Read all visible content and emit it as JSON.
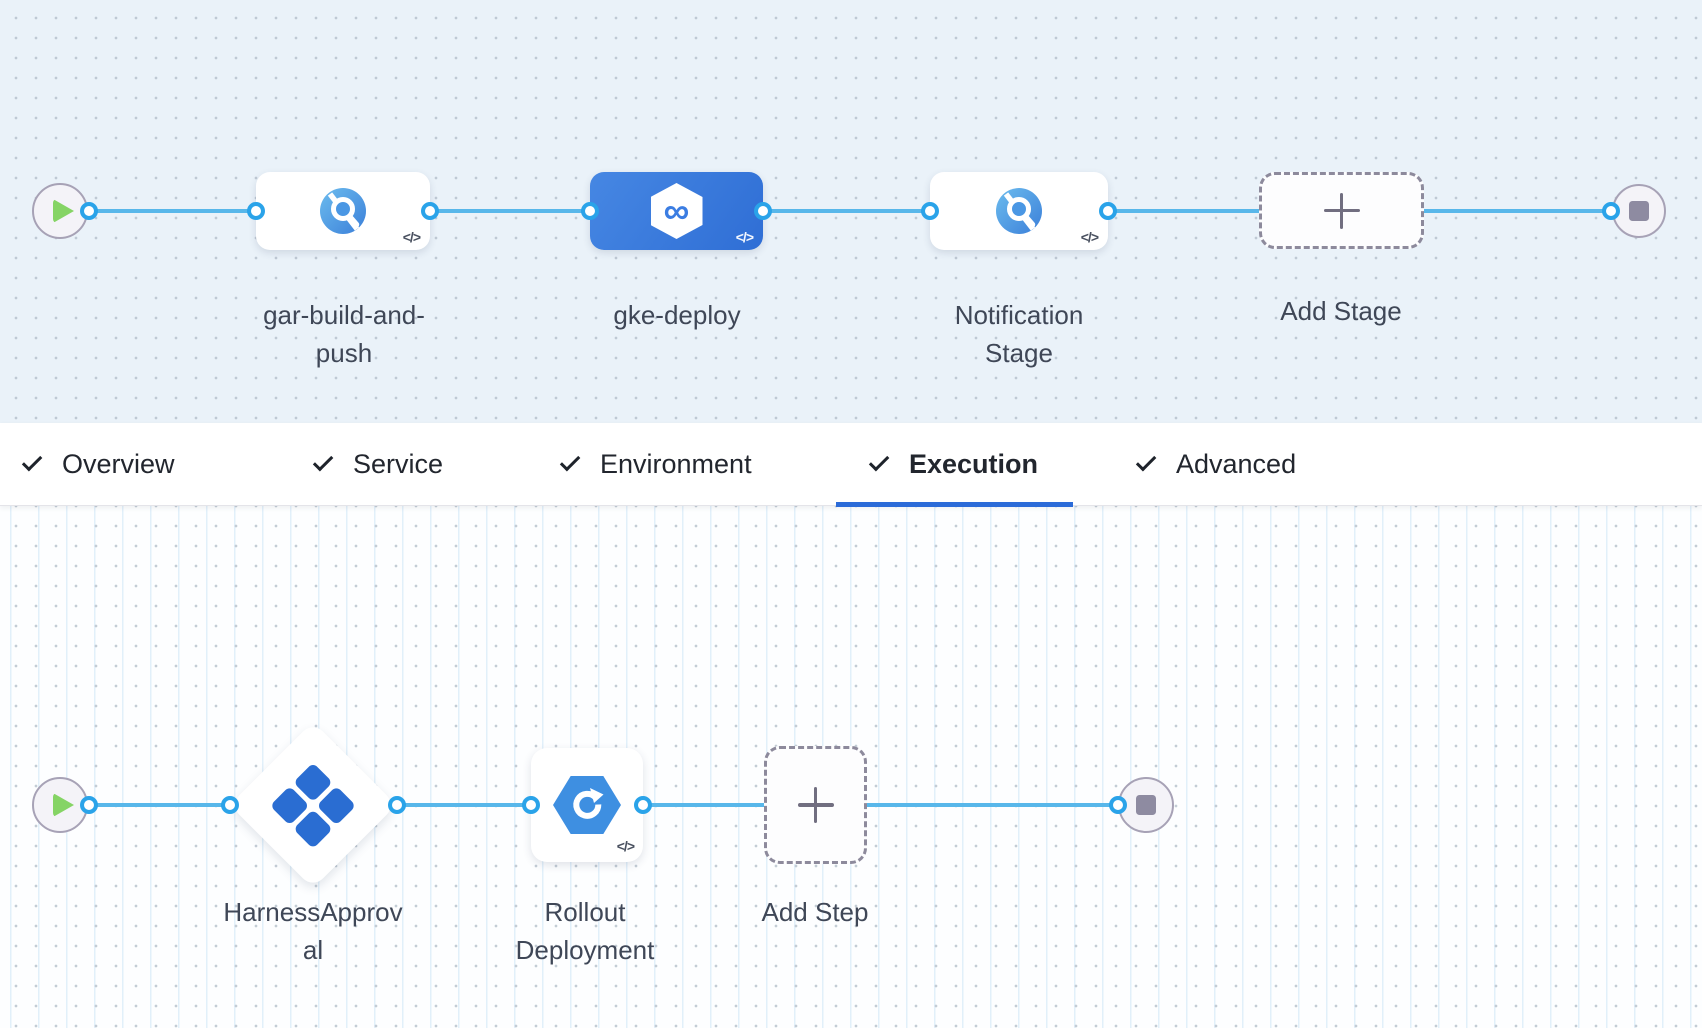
{
  "pipeline": {
    "stages": [
      {
        "name": "gar-build-and-push",
        "label_line1": "gar-build-and-",
        "label_line2": "push",
        "icon": "container-registry-icon",
        "selected": false
      },
      {
        "name": "gke-deploy",
        "label_line1": "gke-deploy",
        "label_line2": "",
        "icon": "cd-hexagon-icon",
        "selected": true
      },
      {
        "name": "Notification Stage",
        "label_line1": "Notification",
        "label_line2": "Stage",
        "icon": "container-registry-icon",
        "selected": false
      }
    ],
    "add_stage_label": "Add Stage"
  },
  "tabs": [
    {
      "label": "Overview",
      "checked": true,
      "active": false
    },
    {
      "label": "Service",
      "checked": true,
      "active": false
    },
    {
      "label": "Environment",
      "checked": true,
      "active": false
    },
    {
      "label": "Execution",
      "checked": true,
      "active": true
    },
    {
      "label": "Advanced",
      "checked": true,
      "active": false
    }
  ],
  "execution": {
    "steps": [
      {
        "name": "HarnessApproval",
        "label_line1": "HarnessApprov",
        "label_line2": "al",
        "icon": "approval-diamond-icon"
      },
      {
        "name": "Rollout Deployment",
        "label_line1": "Rollout",
        "label_line2": "Deployment",
        "icon": "rollout-hexagon-icon"
      }
    ],
    "add_step_label": "Add Step"
  },
  "badges": {
    "code": "</>"
  },
  "glyphs": {
    "infinity": "∞"
  },
  "colors": {
    "canvas_top_bg": "#eaf2f9",
    "connector": "#58b7ea",
    "selected_stage": "#3a7be0",
    "active_tab_underline": "#2b6bd8",
    "play_green": "#85d465",
    "stop_gray": "#8e8ba1"
  }
}
